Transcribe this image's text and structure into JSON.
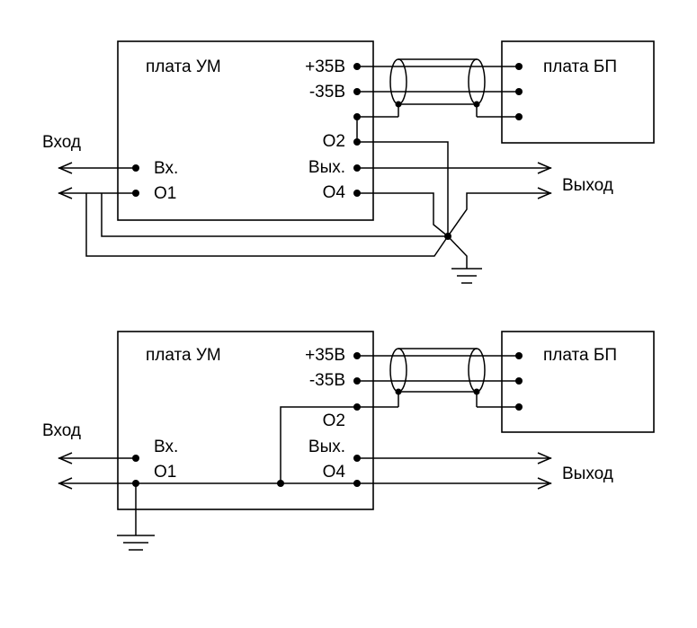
{
  "diagram1": {
    "amp_board": "плата УМ",
    "psu_board": "плата БП",
    "pin_plus35": "+35В",
    "pin_minus35": "-35В",
    "pin_o2": "О2",
    "pin_out": "Вых.",
    "pin_o4": "О4",
    "pin_in": "Вх.",
    "pin_o1": "О1",
    "input": "Вход",
    "output": "Выход"
  },
  "diagram2": {
    "amp_board": "плата УМ",
    "psu_board": "плата БП",
    "pin_plus35": "+35В",
    "pin_minus35": "-35В",
    "pin_o2": "О2",
    "pin_out": "Вых.",
    "pin_o4": "О4",
    "pin_in": "Вх.",
    "pin_o1": "О1",
    "input": "Вход",
    "output": "Выход"
  }
}
